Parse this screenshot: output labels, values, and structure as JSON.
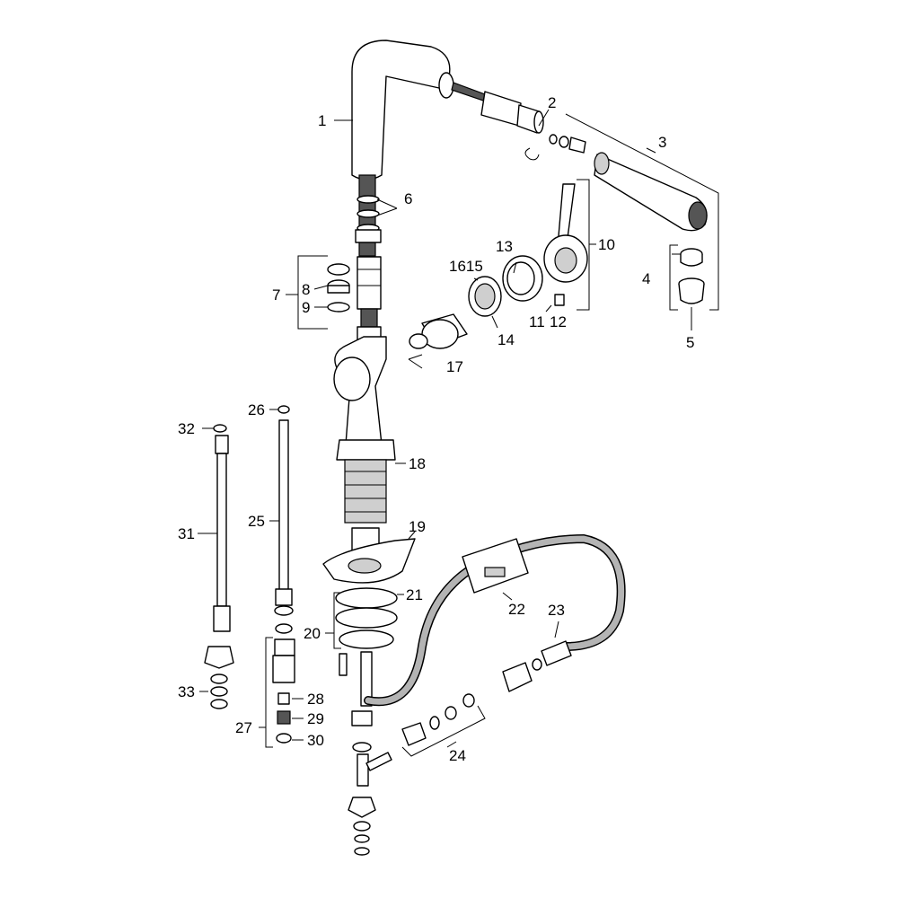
{
  "callouts": {
    "c1": "1",
    "c2": "2",
    "c3": "3",
    "c4": "4",
    "c5": "5",
    "c6": "6",
    "c7": "7",
    "c8": "8",
    "c9": "9",
    "c10": "10",
    "c11": "11",
    "c12": "12",
    "c13": "13",
    "c1615": "1615",
    "c14": "14",
    "c17": "17",
    "c18": "18",
    "c19": "19",
    "c20": "20",
    "c21": "21",
    "c22": "22",
    "c23": "23",
    "c24": "24",
    "c25": "25",
    "c26": "26",
    "c27": "27",
    "c28": "28",
    "c29": "29",
    "c30": "30",
    "c31": "31",
    "c32": "32",
    "c33": "33"
  },
  "colors": {
    "line": "#000000",
    "fill": "#ffffff",
    "shade": "#cfcfcf",
    "hose": "#b4b4b4"
  }
}
